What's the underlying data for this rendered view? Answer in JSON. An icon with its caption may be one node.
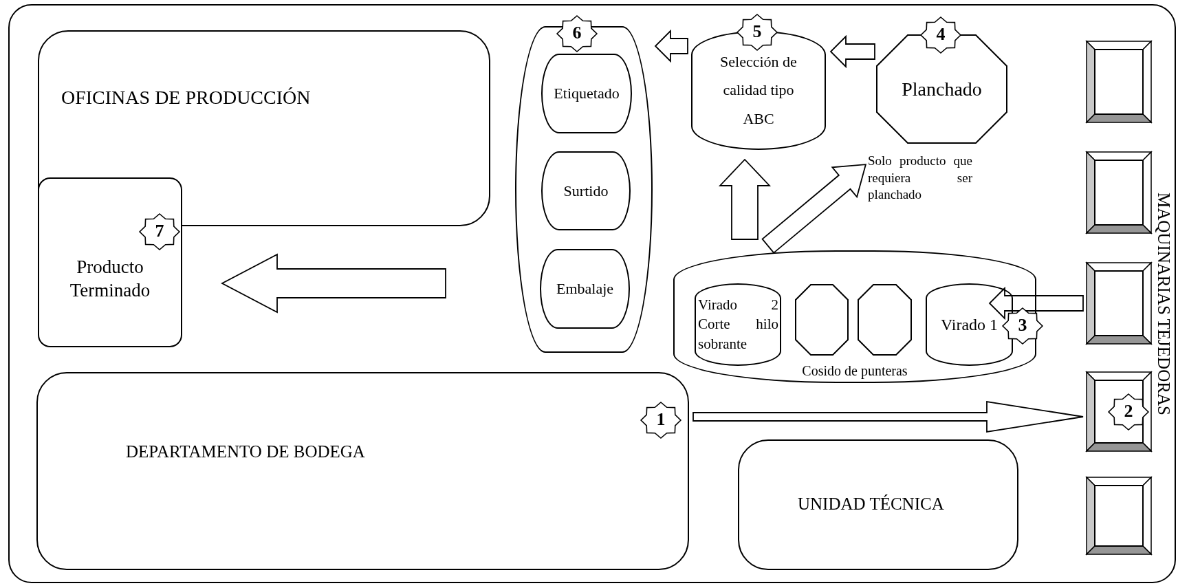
{
  "diagram": {
    "nodes": [
      {
        "text": [
          "OFICINAS DE PRODUCCIÓN"
        ]
      },
      {
        "text": [
          "Producto Terminado"
        ]
      },
      {
        "text": [
          "7"
        ],
        "in": 1
      },
      {
        "text": [],
        "shape": "drum"
      },
      {
        "text": [
          "6"
        ]
      },
      {
        "text": [
          "Etiquetado"
        ],
        "in": 3
      },
      {
        "text": [
          "Surtido"
        ],
        "in": 3
      },
      {
        "text": [
          "Embalaje"
        ],
        "in": 3
      },
      {
        "text": [
          "Selección de calidad tipo ABC"
        ]
      },
      {
        "text": [
          "5"
        ]
      },
      {
        "text": [
          "Planchado"
        ]
      },
      {
        "text": [
          "4"
        ]
      },
      {
        "text": [
          "Solo producto que requiera ser planchado"
        ]
      },
      {
        "text": [
          "Cosido de punteras"
        ]
      },
      {
        "text": [
          "Virado 2 Corte hilo sobrante"
        ],
        "in": 13
      },
      {
        "text": [],
        "shape": "octagon",
        "in": 13
      },
      {
        "text": [],
        "shape": "octagon",
        "in": 13
      },
      {
        "text": [
          "Virado 1"
        ],
        "in": 13
      },
      {
        "text": [
          "3"
        ]
      },
      {
        "text": [],
        "shape": "box"
      },
      {
        "text": [],
        "shape": "box"
      },
      {
        "text": [],
        "shape": "box"
      },
      {
        "text": [],
        "shape": "box"
      },
      {
        "text": [],
        "shape": "box"
      },
      {
        "text": [
          "2"
        ],
        "in": 22
      },
      {
        "text": [
          "DEPARTAMENTO DE BODEGA"
        ]
      },
      {
        "text": [
          "1"
        ],
        "in": 25
      },
      {
        "text": [
          "UNIDAD TÉCNICA"
        ]
      }
    ],
    "edges": [
      {
        "from": 25,
        "to": 22,
        "arrow": "to"
      },
      {
        "from": 21,
        "to": 17,
        "arrow": "to"
      },
      {
        "from": 13,
        "to": 8,
        "arrow": "to"
      },
      {
        "from": 13,
        "to": 12,
        "arrow": "to"
      },
      {
        "from": 10,
        "to": 8,
        "arrow": "to"
      },
      {
        "from": 8,
        "to": 3,
        "arrow": "to"
      },
      {
        "from": 3,
        "to": 1,
        "arrow": "to"
      }
    ],
    "labels": [
      "MAQUINARIAS TEJEDORAS"
    ]
  }
}
